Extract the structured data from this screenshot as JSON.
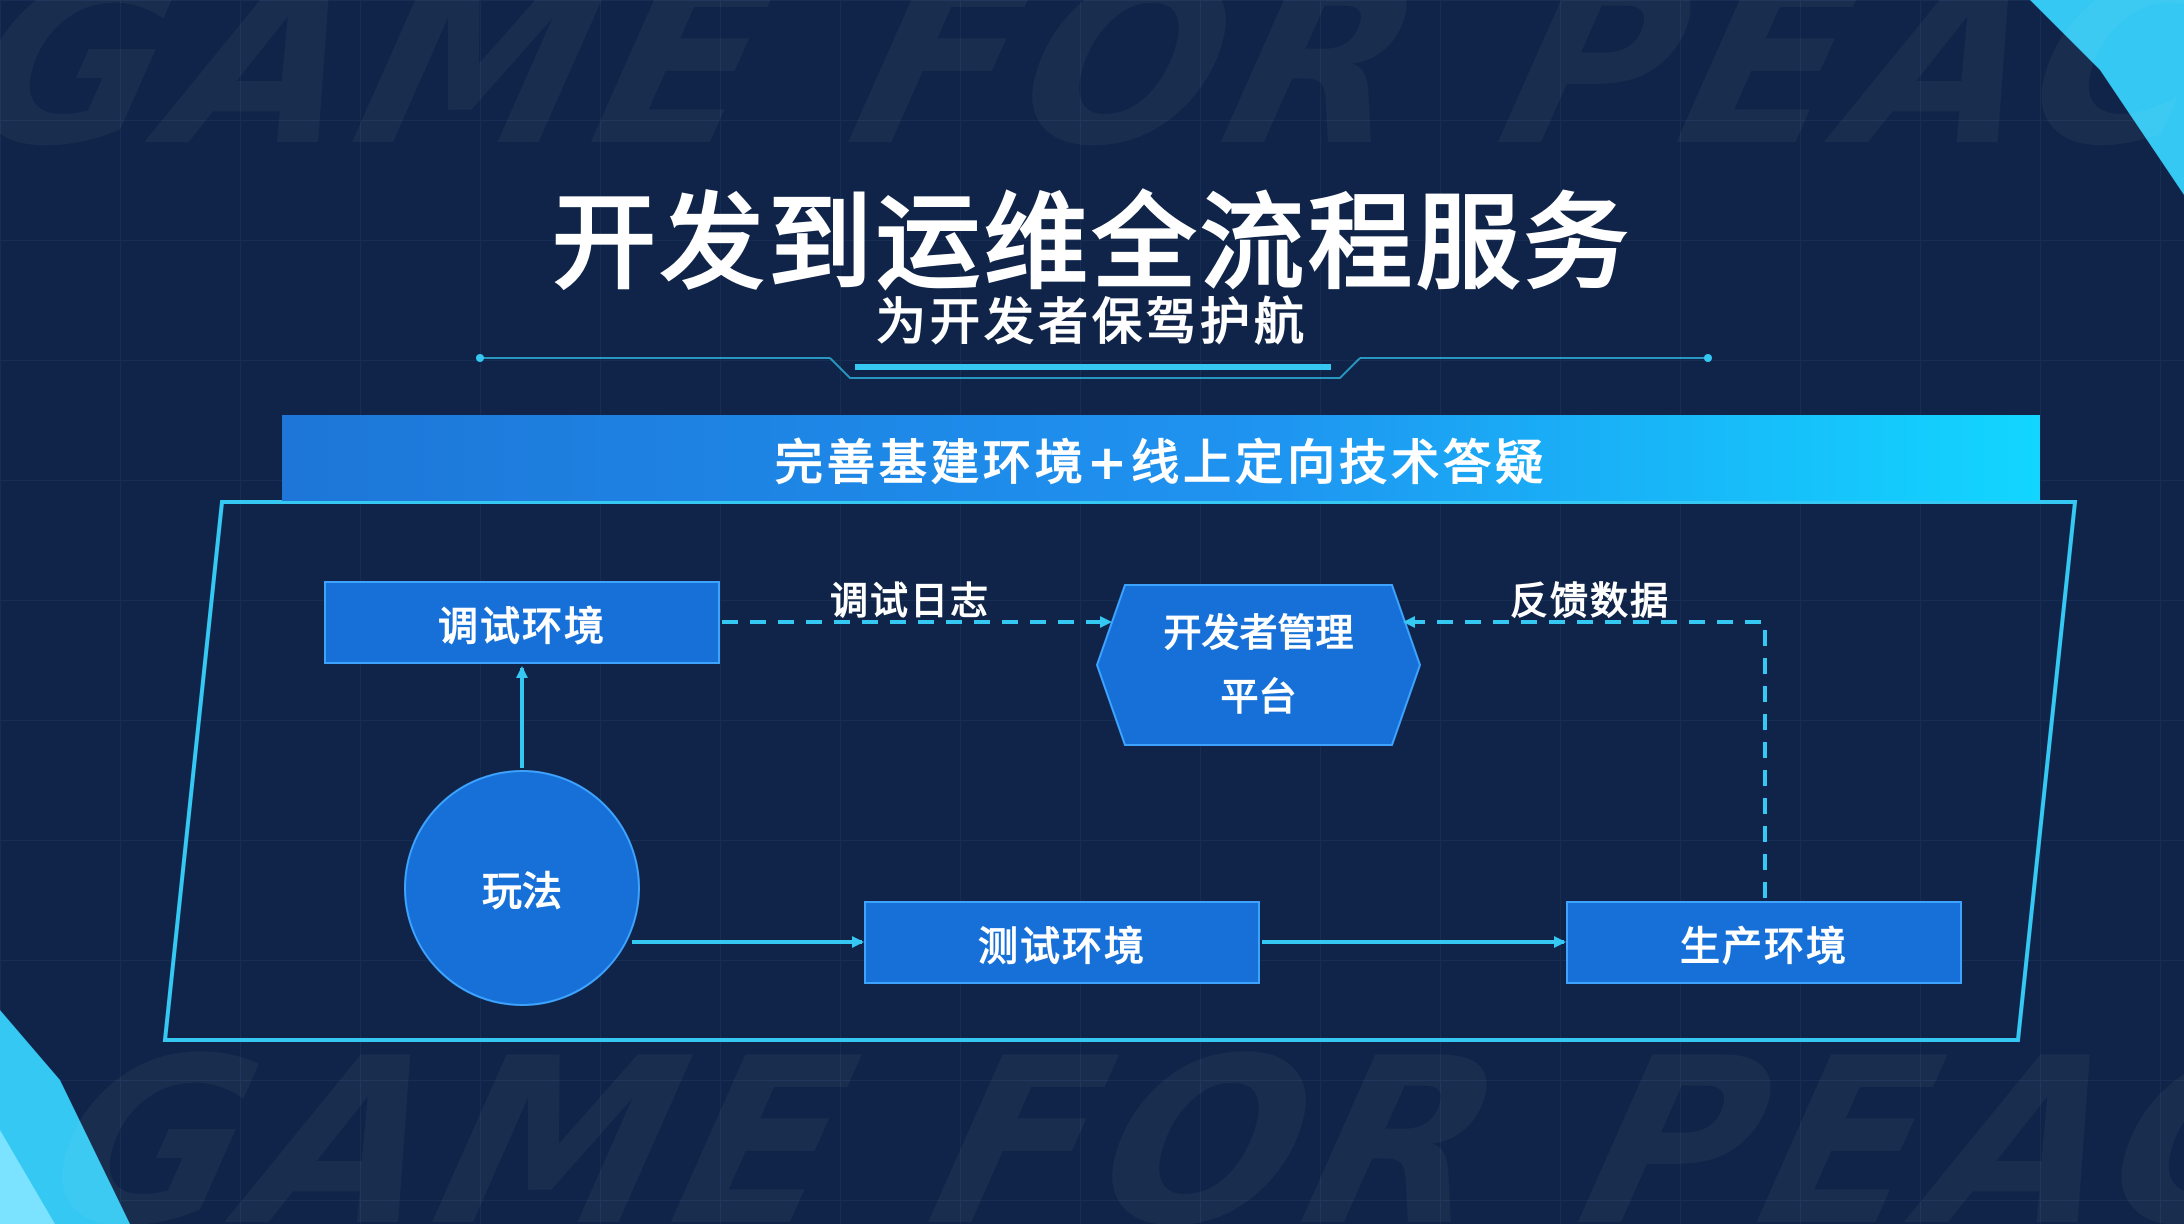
{
  "watermark_text": "GAME FOR PEACE",
  "header": {
    "title": "开发到运维全流程服务",
    "subtitle": "为开发者保驾护航"
  },
  "banner": {
    "text": "完善基建环境+线上定向技术答疑"
  },
  "nodes": {
    "debug_env": "调试环境",
    "platform_line1": "开发者管理",
    "platform_line2": "平台",
    "gameplay": "玩法",
    "test_env": "测试环境",
    "prod_env": "生产环境"
  },
  "edges": {
    "debug_log": "调试日志",
    "feedback_data": "反馈数据"
  },
  "colors": {
    "background": "#0f2448",
    "accent_cyan": "#35c8f2",
    "node_fill": "#1670d7",
    "node_border": "#3ea3ff",
    "banner_start": "#1d76d8",
    "banner_end": "#12d6ff"
  }
}
